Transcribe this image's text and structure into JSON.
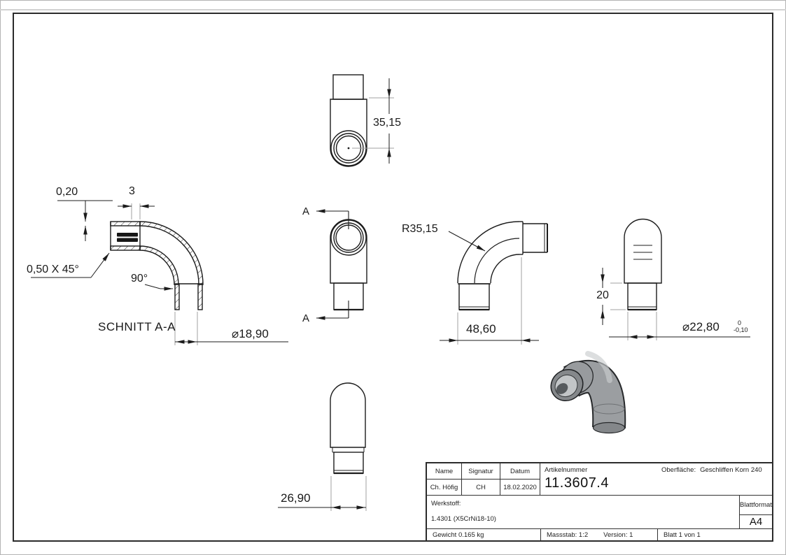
{
  "dims": {
    "top_height": "35,15",
    "recess": "0,20",
    "stub": "3",
    "chamfer": "0,50 X 45°",
    "angle": "90°",
    "section_title": "SCHNITT A-A",
    "inner_dia": "⌀18,90",
    "radius": "R35,15",
    "length": "48,60",
    "end_length": "20",
    "outer_dia": "⌀22,80",
    "tol_hi": "0",
    "tol_lo": "-0,10",
    "width": "26,90",
    "section_mark": "A"
  },
  "titleblock": {
    "name_label": "Name",
    "signatur_label": "Signatur",
    "datum_label": "Datum",
    "name": "Ch. Höfig",
    "signatur": "CH",
    "datum": "18.02.2020",
    "artikel_label": "Artikelnummer",
    "artikel": "11.3607.4",
    "oberflaeche_label": "Oberfläche:",
    "oberflaeche": "Geschliffen Korn 240",
    "werkstoff_label": "Werkstoff:",
    "werkstoff": "1.4301 (X5CrNi18-10)",
    "gewicht": "Gewicht 0.165 kg",
    "massstab": "Massstab: 1:2",
    "version": "Version: 1",
    "blatt": "Blatt 1 von 1",
    "blattformat_label": "Blattformat",
    "blattformat": "A4"
  },
  "colors": {
    "line": "#1c1c1c",
    "extension_line": "#a0a0a0",
    "paper": "#ffffff",
    "render_body": "#9b9ea1",
    "frame": "#2b2b2b"
  }
}
